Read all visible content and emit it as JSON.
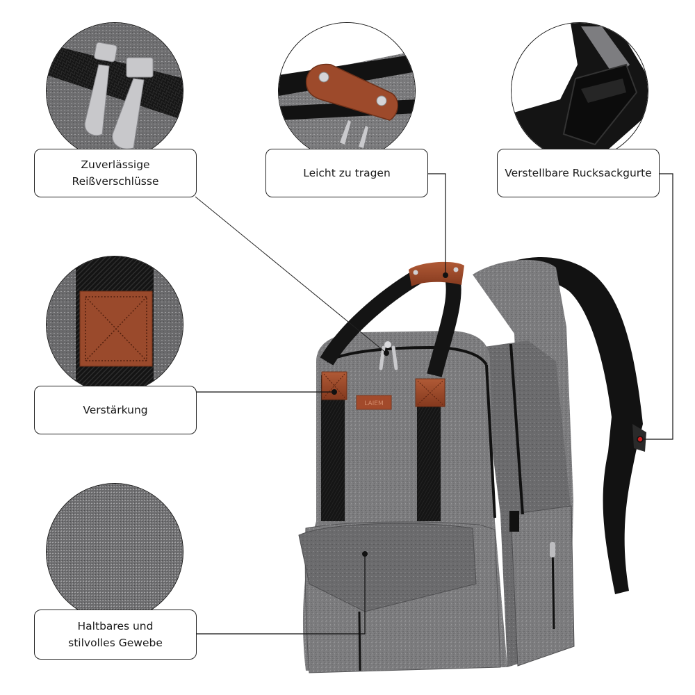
{
  "image_kind": "product feature infographic",
  "product": {
    "name": "Gray backpack (diaper/changing bag)",
    "brand_patch_text": "LAIEM",
    "colors": {
      "fabric_gray": "#7a7a7c",
      "fabric_gray_light": "#8f8f91",
      "fabric_gray_dark": "#5f5f61",
      "strap_black": "#161616",
      "leather_brown": "#9b4a2c",
      "leather_brown_dark": "#7a361e",
      "metal": "#c9c9cc",
      "accent_red": "#cc1f1f",
      "line": "#111111"
    }
  },
  "callouts": [
    {
      "id": "zippers",
      "label": "Zuverlässige Reißverschlüsse",
      "inset": "zipper-pulls-closeup"
    },
    {
      "id": "handle",
      "label": "Leicht zu tragen",
      "inset": "leather-handle-closeup"
    },
    {
      "id": "straps",
      "label": "Verstellbare Rucksackgurte",
      "inset": "strap-buckle-closeup"
    },
    {
      "id": "reinforcement",
      "label": "Verstärkung",
      "inset": "leather-patch-closeup"
    },
    {
      "id": "fabric",
      "label_line1": "Haltbares und",
      "label_line2": "stilvolles Gewebe",
      "inset": "fabric-texture-closeup"
    }
  ]
}
